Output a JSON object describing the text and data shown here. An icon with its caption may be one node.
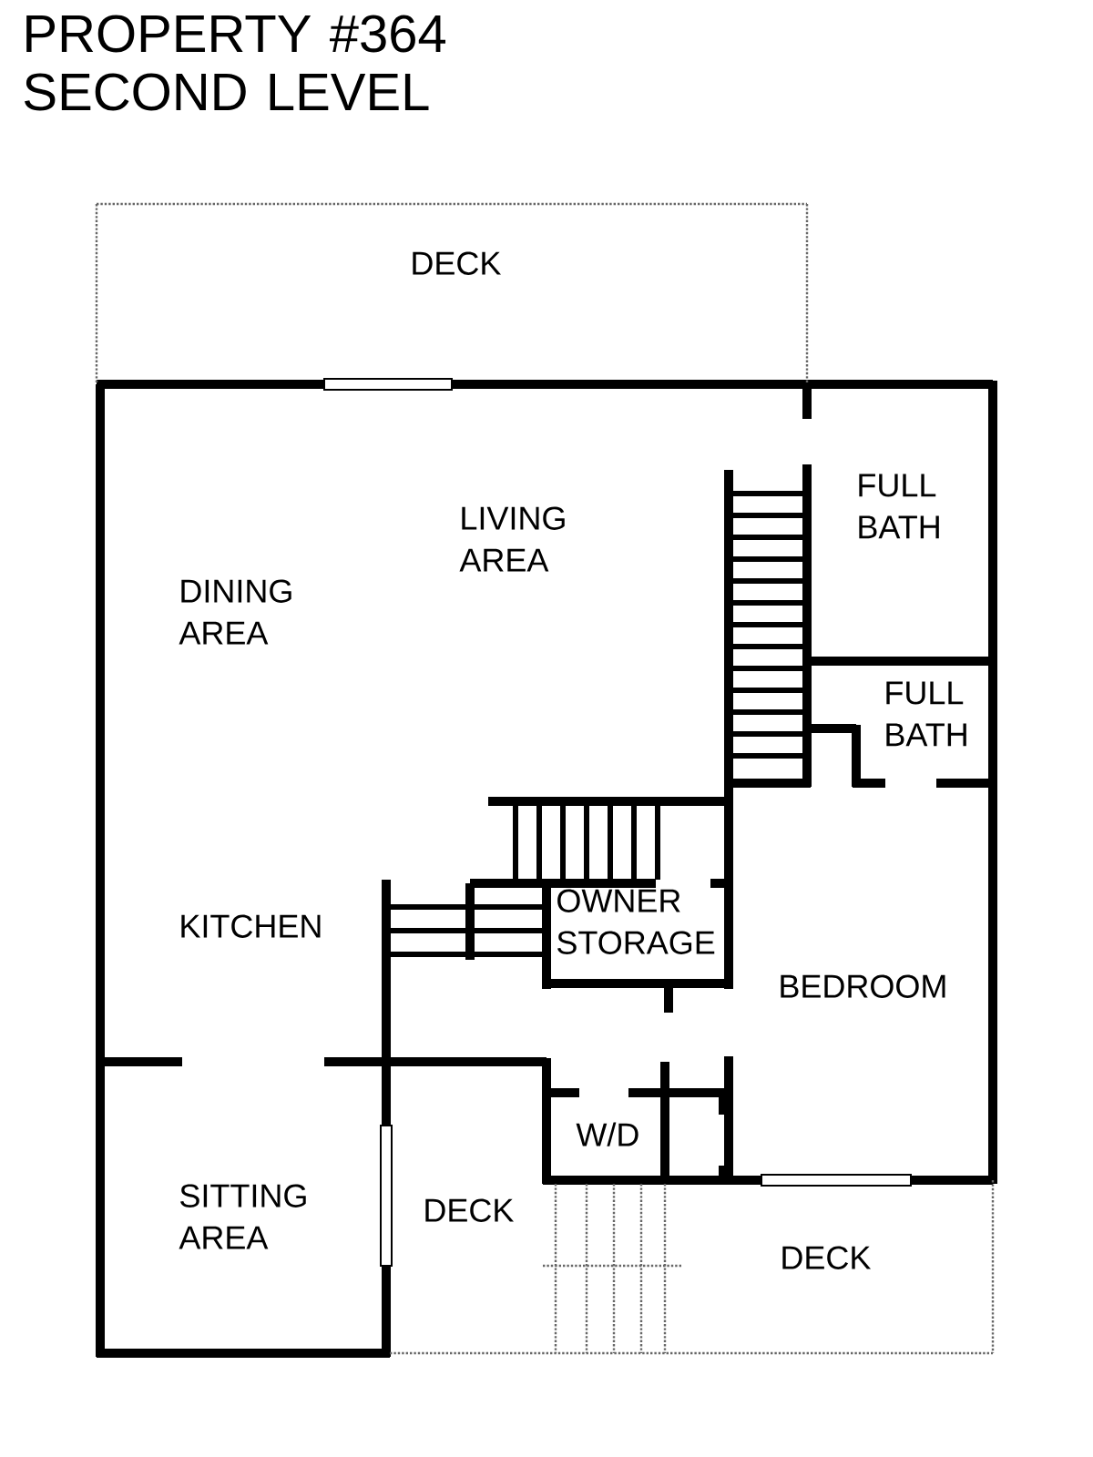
{
  "diagram": {
    "title": "PROPERTY #364 SECOND LEVEL",
    "labels": [
      "DECK",
      "LIVING AREA",
      "FULL BATH",
      "DINING AREA",
      "FULL BATH",
      "OWNER STORAGE",
      "KITCHEN",
      "BEDROOM",
      "W/D",
      "SITTING AREA",
      "DECK",
      "DECK"
    ]
  }
}
